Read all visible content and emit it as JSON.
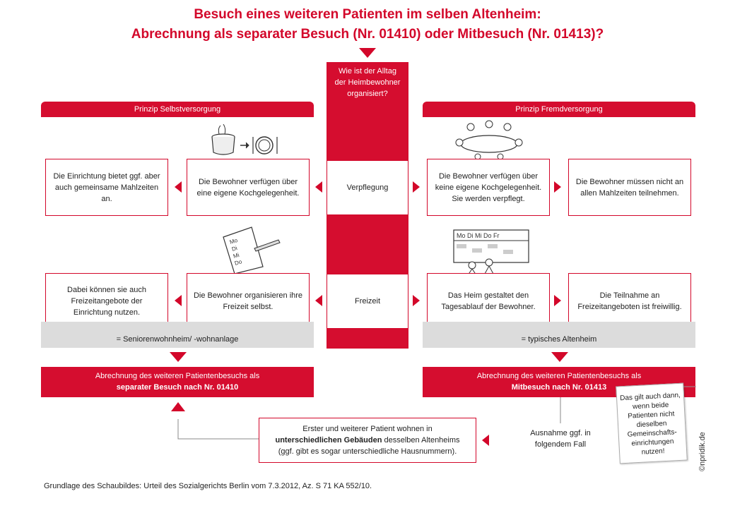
{
  "title": {
    "line1": "Besuch eines weiteren Patienten im selben Altenheim:",
    "line2": "Abrechnung  als separater Besuch (Nr. 01410) oder Mitbesuch  (Nr. 01413)?"
  },
  "center": {
    "question": "Wie ist der Alltag der Heimbewohner organisiert?",
    "row1": "Verpflegung",
    "row2": "Freizeit"
  },
  "left": {
    "header": "Prinzip Selbstversorgung",
    "food_inner": "Die Bewohner  verfügen über eine eigene Kochgelegenheit.",
    "food_outer": "Die Einrichtung bietet ggf. aber auch gemeinsame Mahlzeiten an.",
    "leisure_inner": "Die Bewohner  organisieren ihre Freizeit selbst.",
    "leisure_outer": "Dabei können sie auch Freizeitangebote der Einrichtung nutzen.",
    "grey": "= Seniorenwohnheim/ -wohnanlage",
    "result_line1": "Abrechnung  des  weiteren  Patientenbesuchs  als",
    "result_line2": "separater Besuch nach Nr. 01410"
  },
  "right": {
    "header": "Prinzip Fremdversorgung",
    "food_inner": "Die Bewohner  verfügen über keine  eigene Kochgelegenheit.  Sie werden verpflegt.",
    "food_outer": "Die Bewohner  müssen nicht an allen Mahlzeiten teilnehmen.",
    "leisure_inner": "Das Heim gestaltet den Tagesablauf der Bewohner.",
    "leisure_outer": "Die Teilnahme an Freizeitangeboten ist freiwillig.",
    "grey": "= typisches Altenheim",
    "result_line1": "Abrechnung  des  weiteren  Patientenbesuchs  als",
    "result_line2": "Mitbesuch  nach  Nr. 01413"
  },
  "exception": {
    "box_line1_a": "Erster  und  weiterer  Patient  wohnen  in",
    "box_line2_bold": "unterschiedlichen  Gebäuden",
    "box_line2_rest": " desselben Altenheims",
    "box_line3": "(ggf. gibt es sogar unterschiedliche Hausnummern).",
    "label": "Ausnahme  ggf.  in folgendem Fall"
  },
  "note": "Das gilt auch dann, wenn beide Patienten nicht dieselben Gemeinschafts-einrichtungen nutzen!",
  "footer": "Grundlage des Schaubildes: Urteil des Sozialgerichts Berlin vom 7.3.2012, Az. S 71 KA 552/10.",
  "copyright": "©npridik.de",
  "colors": {
    "accent": "#d3072a",
    "grey": "#dcdcdc"
  },
  "icons": [
    "pot-plate-icon",
    "dining-table-people-icon",
    "checklist-pen-icon",
    "schedule-board-icon"
  ]
}
